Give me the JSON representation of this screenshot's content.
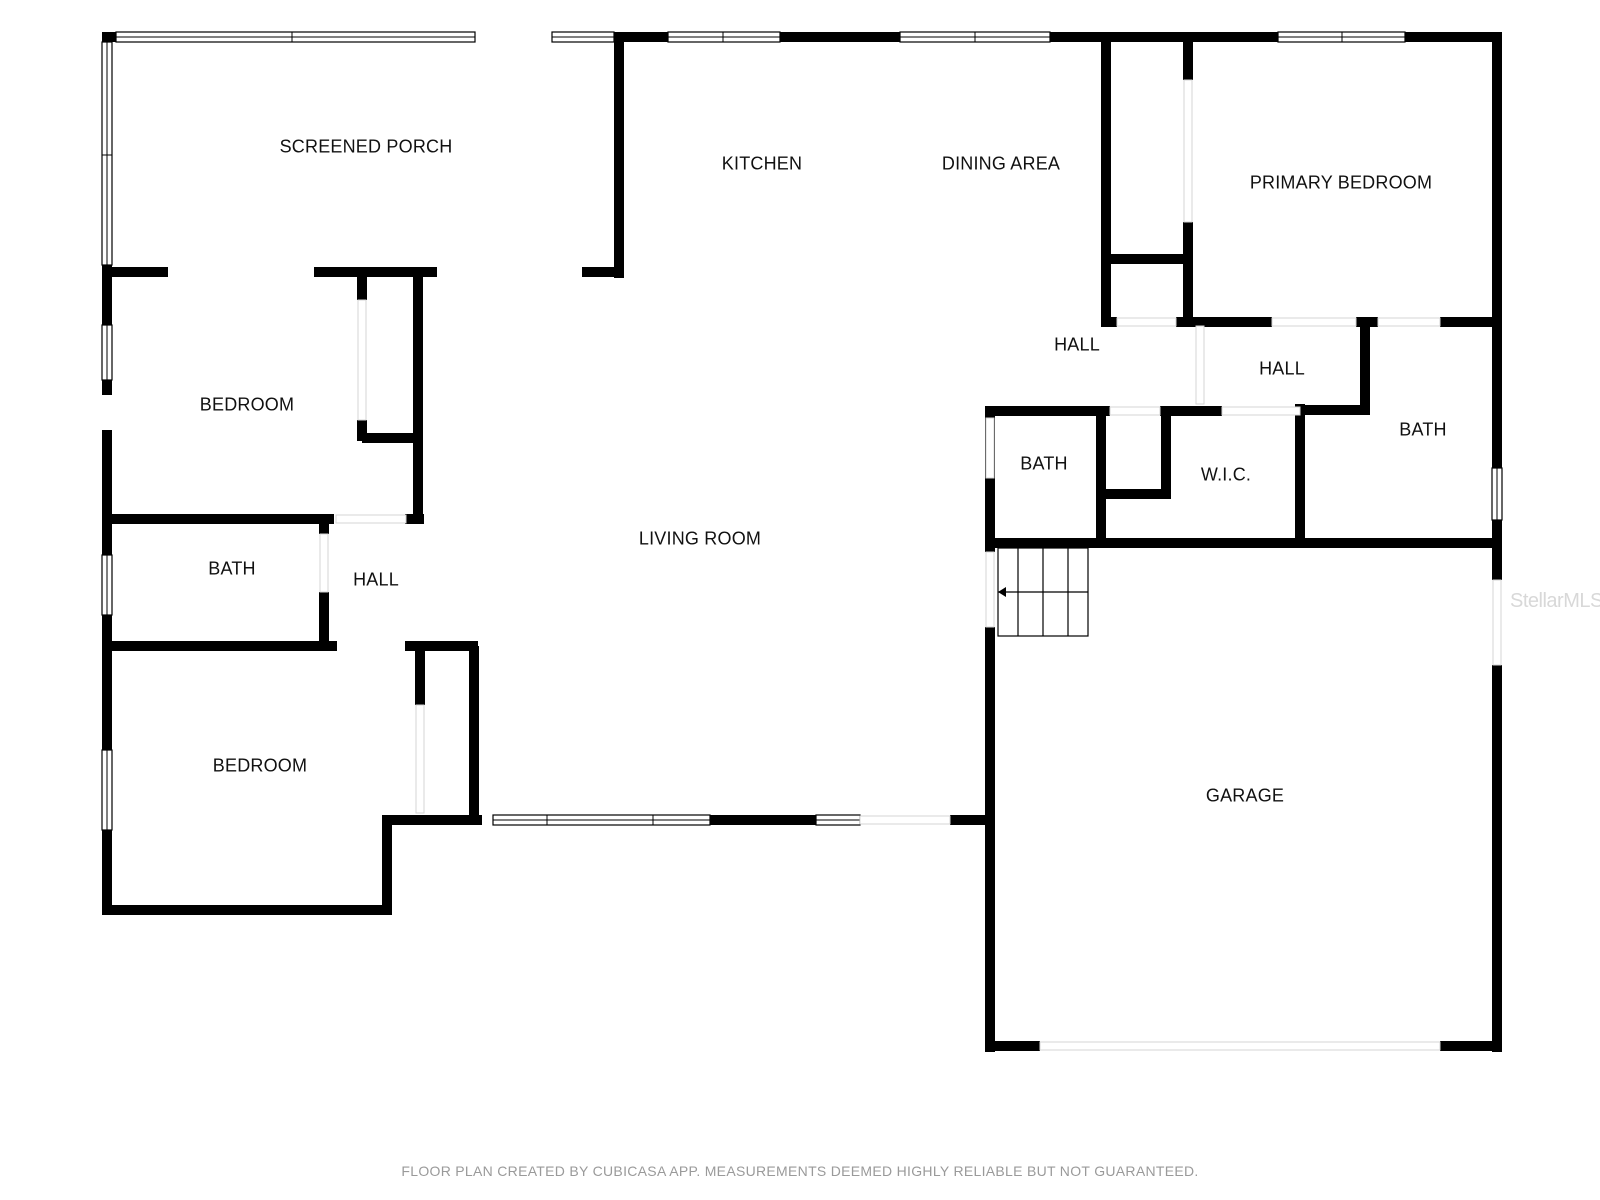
{
  "rooms": {
    "screened_porch": "SCREENED PORCH",
    "kitchen": "KITCHEN",
    "dining_area": "DINING AREA",
    "primary_bedroom": "PRIMARY BEDROOM",
    "hall_upper": "HALL",
    "hall_right": "HALL",
    "bath_right": "BATH",
    "bath_center": "BATH",
    "wic": "W.I.C.",
    "bedroom_top": "BEDROOM",
    "bath_left": "BATH",
    "hall_left": "HALL",
    "living_room": "LIVING ROOM",
    "bedroom_bottom": "BEDROOM",
    "garage": "GARAGE"
  },
  "footer": "FLOOR PLAN CREATED BY CUBICASA APP. MEASUREMENTS DEEMED HIGHLY RELIABLE BUT NOT GUARANTEED.",
  "watermark": "StellarMLS",
  "colors": {
    "wall": "#000000",
    "background": "#ffffff",
    "footer_text": "#9a9a9a"
  }
}
